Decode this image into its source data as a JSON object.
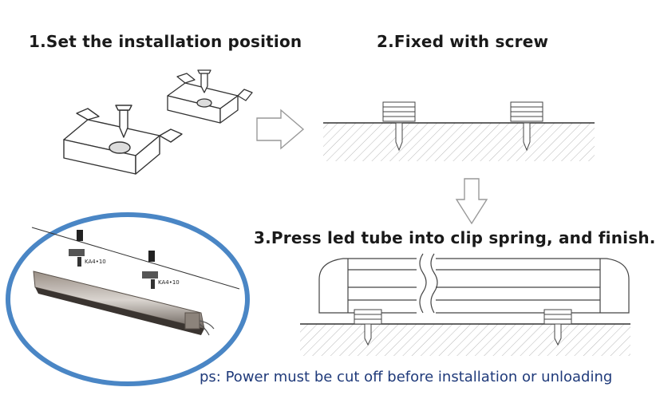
{
  "steps": [
    {
      "label": "1.Set the installation position"
    },
    {
      "label": "2.Fixed with screw"
    },
    {
      "label": "3.Press led tube into clip spring, and finish."
    }
  ],
  "note": "ps: Power must be cut off before installation or unloading",
  "photo": {
    "clip_labels": [
      "KA4•10",
      "KA4•10"
    ]
  },
  "colors": {
    "ring": "#4a86c5",
    "note_text": "#1f3a7a",
    "line": "#333333"
  }
}
